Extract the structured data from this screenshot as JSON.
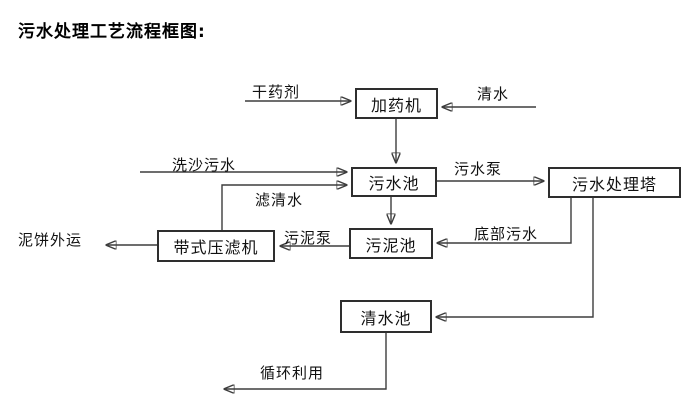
{
  "title": "污水处理工艺流程框图:",
  "nodes": {
    "dosing_machine": "加药机",
    "sewage_pool": "污水池",
    "treatment_tower": "污水处理塔",
    "sludge_pool": "污泥池",
    "belt_filter_press": "带式压滤机",
    "clear_water_pool": "清水池"
  },
  "flow_labels": {
    "dry_chemical": "干药剂",
    "clean_water": "清水",
    "sand_wash_sewage": "洗沙污水",
    "sewage_pump": "污水泵",
    "filtered_water": "滤清水",
    "bottom_sewage": "底部污水",
    "sludge_pump": "污泥泵",
    "mud_cake_out": "泥饼外运",
    "recycle_use": "循环利用"
  },
  "flows": [
    {
      "from": "外部",
      "to": "加药机",
      "label": "干药剂"
    },
    {
      "from": "外部",
      "to": "加药机",
      "label": "清水"
    },
    {
      "from": "加药机",
      "to": "污水池",
      "label": ""
    },
    {
      "from": "外部",
      "to": "污水池",
      "label": "洗沙污水"
    },
    {
      "from": "带式压滤机",
      "to": "污水池",
      "label": "滤清水"
    },
    {
      "from": "污水池",
      "to": "污水处理塔",
      "label": "污水泵"
    },
    {
      "from": "污水池",
      "to": "污泥池",
      "label": ""
    },
    {
      "from": "污水处理塔",
      "to": "污泥池",
      "label": "底部污水"
    },
    {
      "from": "污泥池",
      "to": "带式压滤机",
      "label": "污泥泵"
    },
    {
      "from": "带式压滤机",
      "to": "外部",
      "label": "泥饼外运"
    },
    {
      "from": "污水处理塔",
      "to": "清水池",
      "label": ""
    },
    {
      "from": "清水池",
      "to": "外部",
      "label": "循环利用"
    }
  ],
  "colors": {
    "background": "#ffffff",
    "line": "#3d3d3d",
    "box_border": "#2e2e2e",
    "box_fill": "#ffffff",
    "text": "#111111"
  }
}
